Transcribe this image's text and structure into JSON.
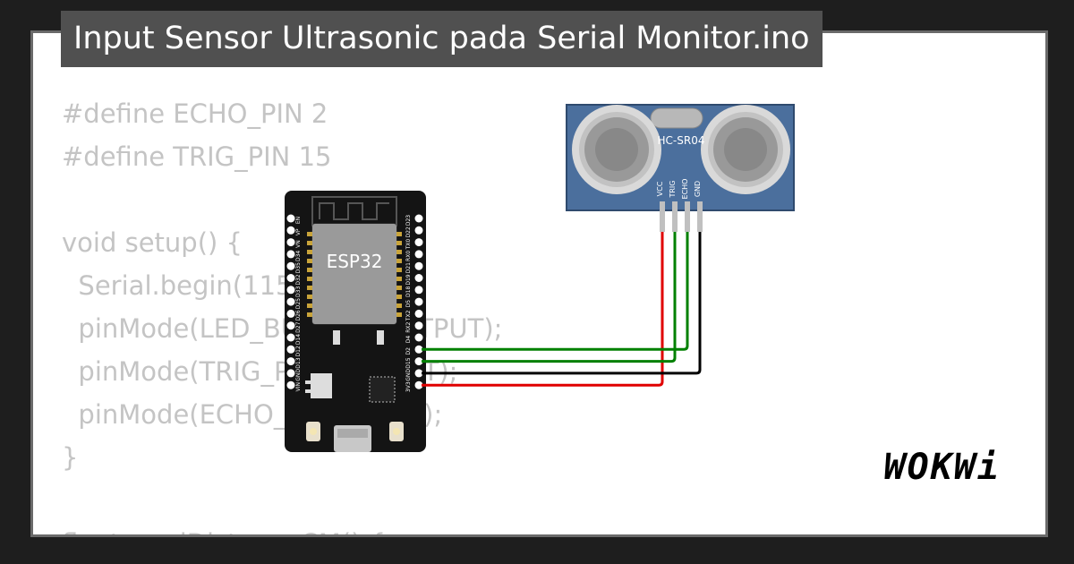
{
  "title": "Input Sensor Ultrasonic pada Serial Monitor.ino",
  "code_lines": [
    "#define ECHO_PIN 2",
    "#define TRIG_PIN 15",
    "",
    "void setup() {",
    "  Serial.begin(115200);",
    "  pinMode(LED_BUILTIN, OUTPUT);",
    "  pinMode(TRIG_PIN, OUTPUT);",
    "  pinMode(ECHO_PIN, INPUT);",
    "}",
    "",
    "float readDistanceCM() {"
  ],
  "board": {
    "chip_label": "ESP32",
    "left_pins": [
      "EN",
      "VP",
      "VN",
      "D34",
      "D35",
      "D32",
      "D33",
      "D25",
      "D26",
      "D27",
      "D14",
      "D12",
      "D13",
      "GND",
      "VIN"
    ],
    "right_pins": [
      "D23",
      "D22",
      "TX0",
      "RX0",
      "D21",
      "D19",
      "D18",
      "D5",
      "TX2",
      "RX2",
      "D4",
      "D2",
      "D15",
      "GND",
      "3V3"
    ]
  },
  "sensor": {
    "label": "HC-SR04",
    "pins": [
      "VCC",
      "TRIG",
      "ECHO",
      "GND"
    ]
  },
  "wire_colors": {
    "vcc": "#e00000",
    "trig": "#008000",
    "echo": "#008000",
    "gnd": "#000000"
  },
  "logo": "WOKWi"
}
